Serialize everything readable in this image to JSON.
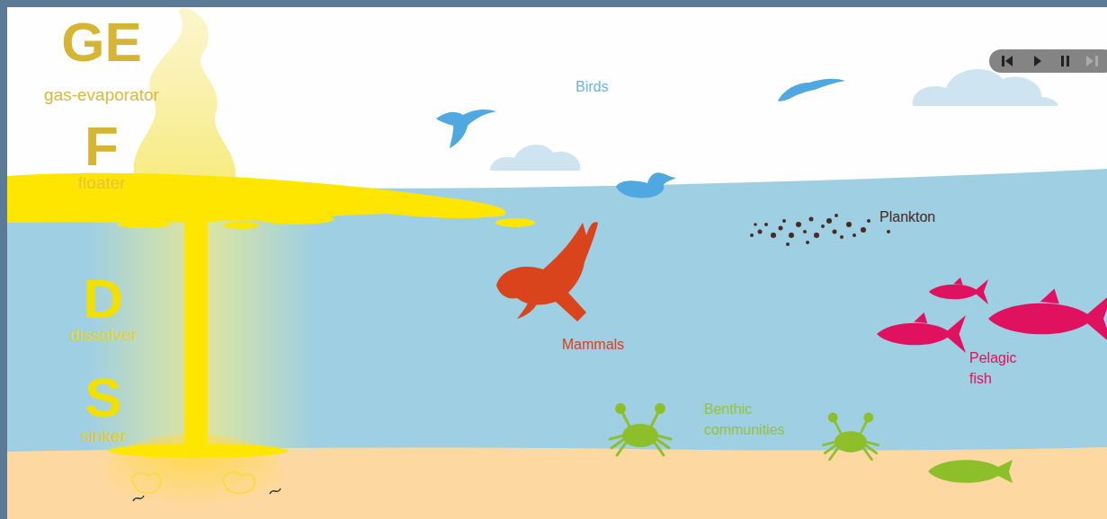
{
  "diagram": {
    "labels": [
      "GE",
      "gas-evaporator",
      "F",
      "floater",
      "D",
      "dissolver",
      "S",
      "sinker",
      "Birds",
      "Plankton",
      "Mammals",
      "Pelagic fish",
      "Benthic communities"
    ]
  }
}
